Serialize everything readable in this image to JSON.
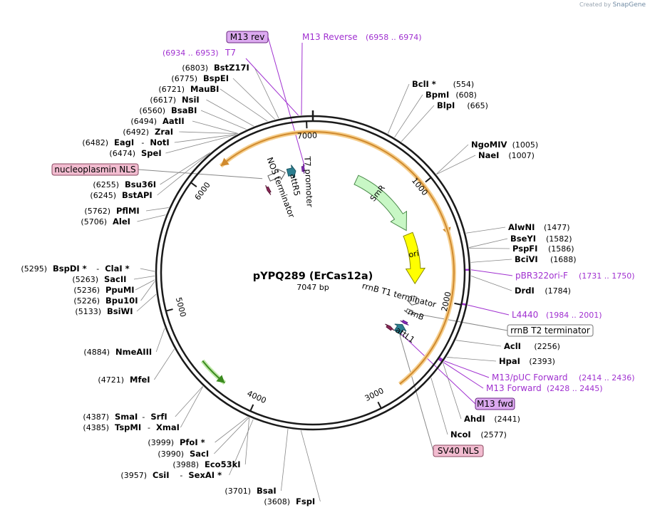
{
  "credit": {
    "prefix": "Created by",
    "brand": "SnapGene"
  },
  "plasmid": {
    "name": "pYPQ289 (ErCas12a)",
    "length_label": "7047 bp",
    "length": 7047
  },
  "colors": {
    "backbone": "#1a1a1a",
    "orange_feature": "#d08a2e",
    "orange_halo": "#f6cf8e",
    "primer": "#a030d0",
    "leader": "#888888",
    "smr_fill": "#c8f7c5",
    "ori_fill": "#ffff00",
    "teal": "#2b7d8f",
    "maroon": "#8b2556",
    "boxed_pink": "#f2bcd0",
    "boxed_purple": "#dcaaf0"
  },
  "ticks": [
    {
      "pos": 1000,
      "label": "1000"
    },
    {
      "pos": 2000,
      "label": "2000"
    },
    {
      "pos": 3000,
      "label": "3000"
    },
    {
      "pos": 4000,
      "label": "4000"
    },
    {
      "pos": 5000,
      "label": "5000"
    },
    {
      "pos": 6000,
      "label": "6000"
    },
    {
      "pos": 7000,
      "label": "7000"
    }
  ],
  "features": [
    {
      "name": "SmR",
      "start": 490,
      "end": 1285,
      "type": "smr",
      "label": "SmR"
    },
    {
      "name": "ori",
      "start": 1330,
      "end": 1880,
      "type": "ori",
      "label": "ori"
    },
    {
      "name": "rrnB T1 terminator",
      "start": 2020,
      "end": 2115,
      "type": "outline",
      "label": "rrnB T1 terminator"
    },
    {
      "name": "rrnB T2 terminator",
      "start": 2170,
      "end": 2215,
      "type": "outline",
      "label": ""
    },
    {
      "name": "attL1",
      "start": 2350,
      "end": 2450,
      "type": "teal",
      "label": "attL1"
    },
    {
      "name": "NLS-a",
      "start": 2305,
      "end": 2330,
      "type": "purple_small",
      "label": ""
    },
    {
      "name": "NLS-b",
      "start": 2440,
      "end": 2475,
      "type": "maroon",
      "label": ""
    },
    {
      "name": "NOS terminator",
      "start": 6560,
      "end": 6745,
      "type": "outline",
      "label": "NOS terminator"
    },
    {
      "name": "attR5",
      "start": 6770,
      "end": 6860,
      "type": "teal",
      "label": "attR5"
    },
    {
      "name": "T7 promoter",
      "start": 6930,
      "end": 6955,
      "type": "purple_small",
      "label": "T7 promoter"
    },
    {
      "name": "nucleoplasmin NLS feat",
      "start": 6480,
      "end": 6510,
      "type": "maroon",
      "label": ""
    }
  ],
  "orange_arcs": [
    {
      "start": 200,
      "end": 1460,
      "cw": true
    },
    {
      "start": 2780,
      "end": 6250,
      "cw": false
    }
  ],
  "green_arrow": {
    "start": 4530,
    "end": 4280
  },
  "enzymes": [
    {
      "name": "BclI",
      "star": true,
      "pos": "554",
      "side": "right"
    },
    {
      "name": "BpmI",
      "star": false,
      "pos": "608",
      "side": "right"
    },
    {
      "name": "BlpI",
      "star": false,
      "pos": "665",
      "side": "right"
    },
    {
      "name": "NgoMIV",
      "star": false,
      "pos": "1005",
      "side": "right"
    },
    {
      "name": "NaeI",
      "star": false,
      "pos": "1007",
      "side": "right"
    },
    {
      "name": "AlwNI",
      "star": false,
      "pos": "1477",
      "side": "right"
    },
    {
      "name": "BseYI",
      "star": false,
      "pos": "1582",
      "side": "right"
    },
    {
      "name": "PspFI",
      "star": false,
      "pos": "1586",
      "side": "right"
    },
    {
      "name": "BciVI",
      "star": false,
      "pos": "1688",
      "side": "right"
    },
    {
      "name": "DrdI",
      "star": false,
      "pos": "1784",
      "side": "right"
    },
    {
      "name": "AclI",
      "star": false,
      "pos": "2256",
      "side": "right"
    },
    {
      "name": "HpaI",
      "star": false,
      "pos": "2393",
      "side": "right"
    },
    {
      "name": "AhdI",
      "star": false,
      "pos": "2441",
      "side": "right"
    },
    {
      "name": "NcoI",
      "star": false,
      "pos": "2577",
      "side": "right"
    },
    {
      "name": "FspI",
      "star": false,
      "pos": "3608",
      "side": "left"
    },
    {
      "name": "BsaI",
      "star": false,
      "pos": "3701",
      "side": "left"
    },
    {
      "name": "CsiI",
      "star": false,
      "pos": "3957",
      "side": "left",
      "pair": "SexAI *"
    },
    {
      "name": "Eco53kI",
      "star": false,
      "pos": "3988",
      "side": "left"
    },
    {
      "name": "SacI",
      "star": false,
      "pos": "3990",
      "side": "left"
    },
    {
      "name": "PfoI",
      "star": true,
      "pos": "3999",
      "side": "left"
    },
    {
      "name": "TspMI",
      "star": false,
      "pos": "4385",
      "side": "left",
      "pair": "XmaI"
    },
    {
      "name": "SmaI",
      "star": false,
      "pos": "4387",
      "side": "left",
      "pair": "SrfI"
    },
    {
      "name": "MfeI",
      "star": false,
      "pos": "4721",
      "side": "left"
    },
    {
      "name": "NmeAIII",
      "star": false,
      "pos": "4884",
      "side": "left"
    },
    {
      "name": "BsiWI",
      "star": false,
      "pos": "5133",
      "side": "left"
    },
    {
      "name": "Bpu10I",
      "star": false,
      "pos": "5226",
      "side": "left"
    },
    {
      "name": "PpuMI",
      "star": false,
      "pos": "5236",
      "side": "left"
    },
    {
      "name": "SacII",
      "star": false,
      "pos": "5263",
      "side": "left"
    },
    {
      "name": "BspDI *",
      "star": false,
      "pos": "5295",
      "side": "left",
      "pair": "ClaI *"
    },
    {
      "name": "AleI",
      "star": false,
      "pos": "5706",
      "side": "left"
    },
    {
      "name": "PflMI",
      "star": false,
      "pos": "5762",
      "side": "left"
    },
    {
      "name": "BstAPI",
      "star": false,
      "pos": "6245",
      "side": "left"
    },
    {
      "name": "Bsu36I",
      "star": false,
      "pos": "6255",
      "side": "left"
    },
    {
      "name": "SpeI",
      "star": false,
      "pos": "6474",
      "side": "left"
    },
    {
      "name": "EagI",
      "star": false,
      "pos": "6482",
      "side": "left",
      "pair": "NotI"
    },
    {
      "name": "ZraI",
      "star": false,
      "pos": "6492",
      "side": "left"
    },
    {
      "name": "AatII",
      "star": false,
      "pos": "6494",
      "side": "left"
    },
    {
      "name": "BsaBI",
      "star": false,
      "pos": "6560",
      "side": "left"
    },
    {
      "name": "NsiI",
      "star": false,
      "pos": "6617",
      "side": "left"
    },
    {
      "name": "MauBI",
      "star": false,
      "pos": "6721",
      "side": "left"
    },
    {
      "name": "BspEI",
      "star": false,
      "pos": "6775",
      "side": "left"
    },
    {
      "name": "BstZ17I",
      "star": false,
      "pos": "6803",
      "side": "left"
    }
  ],
  "primers": [
    {
      "name": "M13 Reverse",
      "range": "(6958 .. 6974)"
    },
    {
      "name": "T7",
      "range": "(6934 .. 6953)"
    },
    {
      "name": "pBR322ori-F",
      "range": "(1731 .. 1750)"
    },
    {
      "name": "L4440",
      "range": "(1984 .. 2001)"
    },
    {
      "name": "M13/pUC Forward",
      "range": "(2414 .. 2436)"
    },
    {
      "name": "M13 Forward",
      "range": "(2428 .. 2445)"
    }
  ],
  "boxed_labels": [
    {
      "text": "M13 rev",
      "style": "purple"
    },
    {
      "text": "nucleoplasmin NLS",
      "style": "pink"
    },
    {
      "text": "rrnB T2 terminator",
      "style": "white"
    },
    {
      "text": "M13 fwd",
      "style": "purple"
    },
    {
      "text": "SV40 NLS",
      "style": "pink"
    }
  ]
}
